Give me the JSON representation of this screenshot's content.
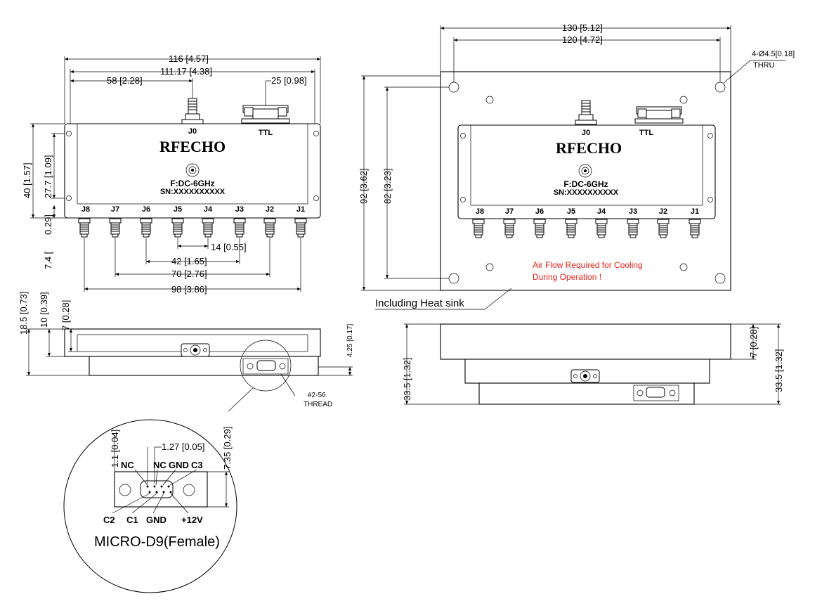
{
  "brand": "RFECHO",
  "freq": "F:DC-6GHz",
  "serial": "SN:XXXXXXXXXX",
  "common_port": "J0",
  "ttl_label": "TTL",
  "ports": [
    "J8",
    "J7",
    "J6",
    "J5",
    "J4",
    "J3",
    "J2",
    "J1"
  ],
  "front_dims": {
    "w116": "116 [4.57]",
    "w111": "111.17 [4.38]",
    "w58": "58 [2.28]",
    "w25": "25 [0.98]",
    "h40": "40 [1.57]",
    "h27": "27.7 [1.09]",
    "h029": "0.29]",
    "h74": "7.4 [",
    "d14": "14 [0.55]",
    "d42": "42 [1.65]",
    "d70": "70 [2.76]",
    "d98": "98 [3.86]"
  },
  "side_dims": {
    "d185": "18.5 [0.73]",
    "d10": "10 [0.39]",
    "d7": "7 [0.28]",
    "d425": "4.25 [0.17]",
    "thread1": "#2-56",
    "thread2": "THREAD"
  },
  "connector_detail": {
    "title": "MICRO-D9(Female)",
    "d11": "1.1 [0.04]",
    "d127": "1.27 [0.05]",
    "d735": "7.35 [0.29]",
    "pins_top": [
      "NC",
      "NC",
      "GND",
      "C3"
    ],
    "pins_bottom": [
      "C2",
      "C1",
      "GND",
      "+12V"
    ]
  },
  "heatsink_dims": {
    "w130": "130 [5.12]",
    "w120": "120 [4.72]",
    "holes1": "4-Ø4.5[0.18]",
    "holes2": "THRU",
    "h92": "92 [3.62]",
    "h82": "82 [3.23]",
    "note1": "Air Flow Required for Cooling",
    "note2": "During Operation !",
    "including": "Including Heat sink",
    "side_h335_left": "33.5 [1.32]",
    "side_h7": "7 [0.28]",
    "side_h335_right": "33.5 [1.32]"
  },
  "colors": {
    "note": "#e8231b",
    "line": "#000000"
  }
}
